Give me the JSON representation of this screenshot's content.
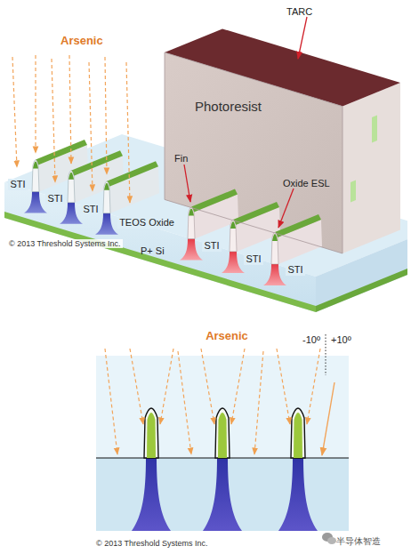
{
  "diagram": {
    "nodes": [
      {
        "text": [
          "Photoresist"
        ]
      }
    ],
    "labels": [
      "Arsenic",
      "TARC",
      "STI",
      "STI",
      "STI",
      "TEOS Oxide",
      "Fin",
      "Oxide ESL",
      "STI",
      "STI",
      "STI",
      "P+ Si",
      "© 2013 Threshold Systems Inc.",
      "Arsenic",
      "-10º",
      "+10º",
      "© 2013 Threshold Systems Inc.",
      "半导体智造"
    ]
  }
}
